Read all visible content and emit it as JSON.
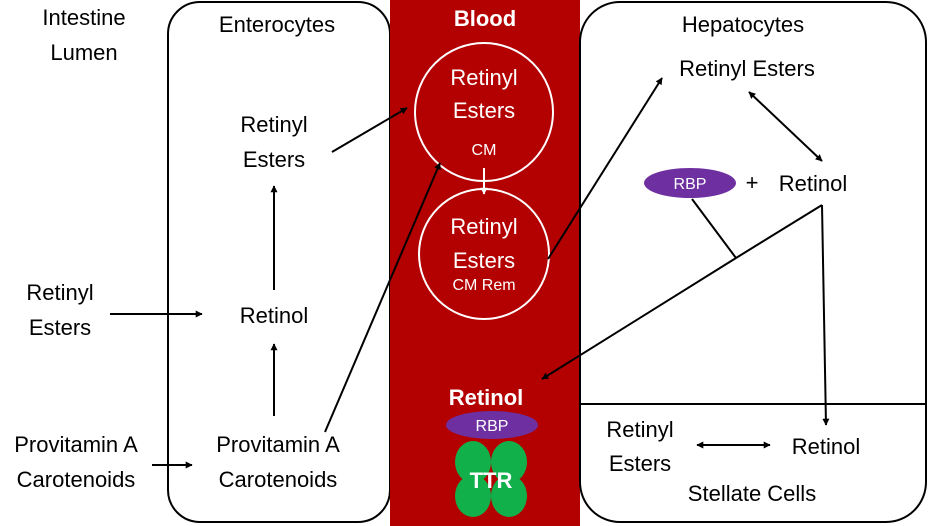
{
  "colors": {
    "blood": "#B30000",
    "rbp": "#6E30A0",
    "ttr": "#12B04A",
    "line": "#000000",
    "white": "#ffffff"
  },
  "lumen": {
    "title_line1": "Intestine",
    "title_line2": "Lumen",
    "retinyl_line1": "Retinyl",
    "retinyl_line2": "Esters",
    "provitamin_line1": "Provitamin A",
    "provitamin_line2": "Carotenoids"
  },
  "enterocytes": {
    "title": "Enterocytes",
    "retinyl_line1": "Retinyl",
    "retinyl_line2": "Esters",
    "retinol": "Retinol",
    "provitamin_line1": "Provitamin A",
    "provitamin_line2": "Carotenoids"
  },
  "blood": {
    "title": "Blood",
    "cm_line1": "Retinyl",
    "cm_line2": "Esters",
    "cm_label": "CM",
    "rem_line1": "Retinyl",
    "rem_line2": "Esters",
    "rem_label": "CM Rem",
    "retinol": "Retinol",
    "rbp": "RBP",
    "ttr": "TTR"
  },
  "hepatocytes": {
    "title": "Hepatocytes",
    "retinyl_esters": "Retinyl Esters",
    "rbp": "RBP",
    "plus": "+",
    "retinol": "Retinol"
  },
  "stellate": {
    "retinyl_line1": "Retinyl",
    "retinyl_line2": "Esters",
    "retinol": "Retinol",
    "title": "Stellate Cells"
  }
}
